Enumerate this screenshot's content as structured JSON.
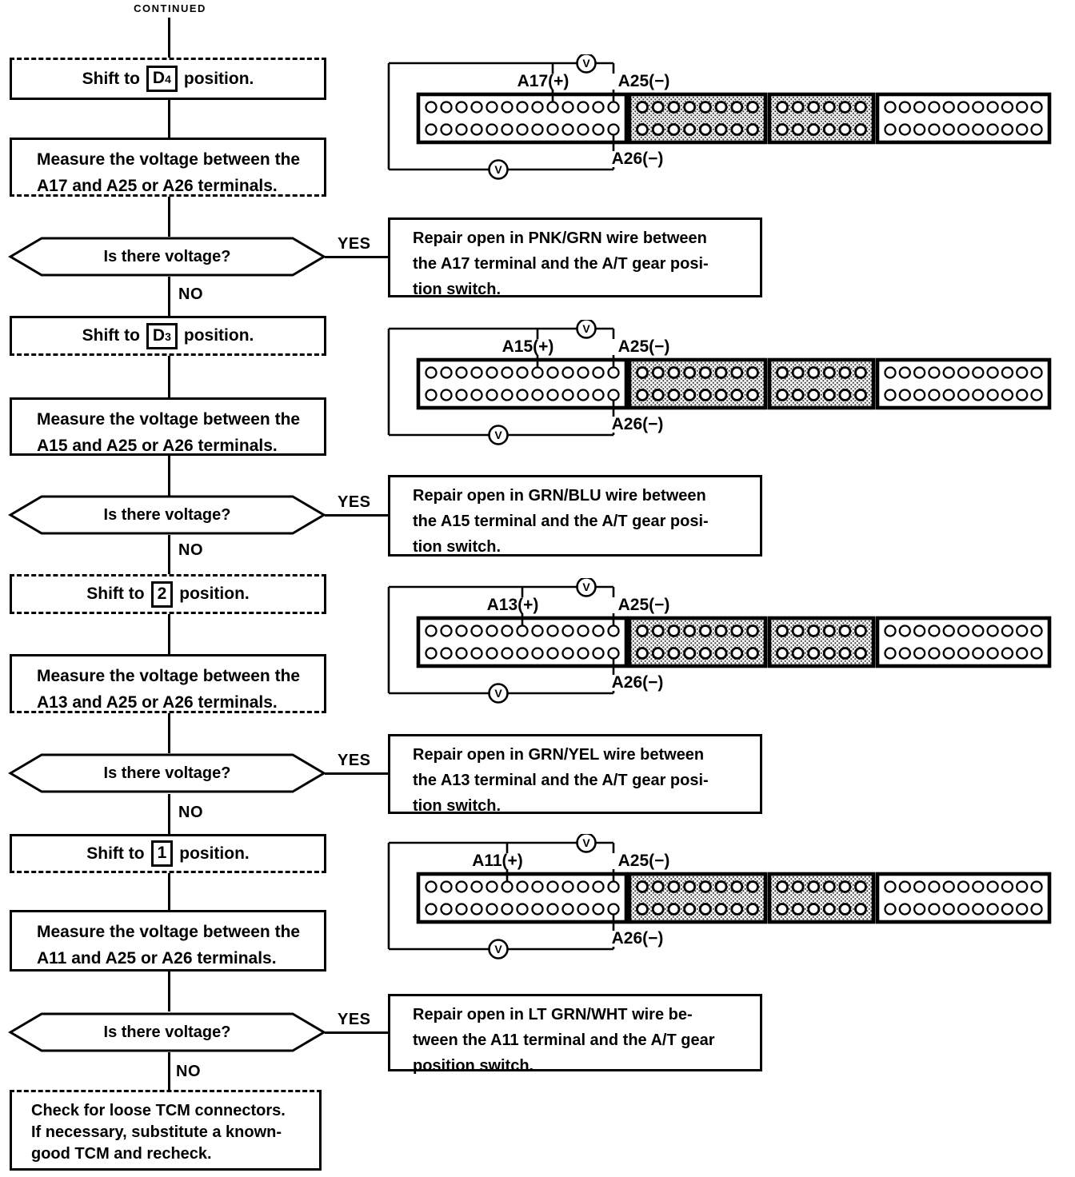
{
  "continued_label": "CONTINUED",
  "decision": {
    "question": "Is there voltage?",
    "yes_label": "YES",
    "no_label": "NO"
  },
  "final_box": {
    "lines": [
      "Check for loose TCM connectors.",
      "If necessary, substitute a known-",
      "good TCM and recheck."
    ]
  },
  "connector_layout": {
    "sections": [
      {
        "pins": 13,
        "shaded": false
      },
      {
        "pins": 8,
        "shaded": true
      },
      {
        "pins": 6,
        "shaded": true
      },
      {
        "pins": 11,
        "shaded": false
      }
    ]
  },
  "stages": [
    {
      "shift_prefix": "Shift to",
      "gear_base": "D",
      "gear_sub": "4",
      "shift_suffix": "position.",
      "measure_lines": [
        "Measure the voltage between the",
        "A17 and A25 or A26 terminals."
      ],
      "repair_lines": [
        "Repair open in PNK/GRN wire between",
        "the A17 terminal and the A/T gear posi-",
        "tion switch."
      ],
      "connector": {
        "plus_label": "A17(+)",
        "minus_top_label": "A25(−)",
        "minus_bottom_label": "A26(−)",
        "plus_pin": 9,
        "meter_symbol": "V"
      }
    },
    {
      "shift_prefix": "Shift to",
      "gear_base": "D",
      "gear_sub": "3",
      "shift_suffix": "position.",
      "measure_lines": [
        "Measure the voltage between the",
        "A15 and A25 or A26 terminals."
      ],
      "repair_lines": [
        "Repair open in GRN/BLU wire between",
        "the A15 terminal and the A/T gear posi-",
        "tion switch."
      ],
      "connector": {
        "plus_label": "A15(+)",
        "minus_top_label": "A25(−)",
        "minus_bottom_label": "A26(−)",
        "plus_pin": 8,
        "meter_symbol": "V"
      }
    },
    {
      "shift_prefix": "Shift to",
      "gear_base": "2",
      "gear_sub": "",
      "shift_suffix": "position.",
      "measure_lines": [
        "Measure the voltage between the",
        "A13 and A25 or A26 terminals."
      ],
      "repair_lines": [
        "Repair open in GRN/YEL wire between",
        "the A13 terminal and the A/T gear posi-",
        "tion switch."
      ],
      "connector": {
        "plus_label": "A13(+)",
        "minus_top_label": "A25(−)",
        "minus_bottom_label": "A26(−)",
        "plus_pin": 7,
        "meter_symbol": "V"
      }
    },
    {
      "shift_prefix": "Shift to",
      "gear_base": "1",
      "gear_sub": "",
      "shift_suffix": "position.",
      "measure_lines": [
        "Measure the voltage between the",
        "A11 and A25 or A26 terminals."
      ],
      "repair_lines": [
        "Repair open in LT GRN/WHT wire be-",
        "tween the A11 terminal and the A/T gear",
        "position switch."
      ],
      "connector": {
        "plus_label": "A11(+)",
        "minus_top_label": "A25(−)",
        "minus_bottom_label": "A26(−)",
        "plus_pin": 6,
        "meter_symbol": "V"
      }
    }
  ]
}
